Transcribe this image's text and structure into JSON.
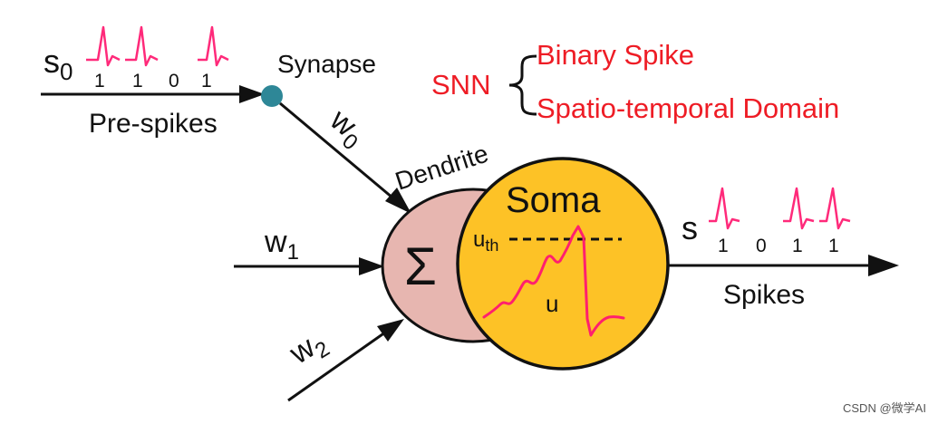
{
  "colors": {
    "accent_red": "#ee1c25",
    "spike_pink": "#ff2a7a",
    "soma_fill": "#fdc226",
    "dendrite_fill": "#e7b6b0",
    "synapse_fill": "#2e8797",
    "line": "#111111"
  },
  "input": {
    "signal_main": "s",
    "signal_sub": "0",
    "bits": [
      "1",
      "1",
      "0",
      "1"
    ],
    "arrow_label": "Pre-spikes"
  },
  "synapse": {
    "label": "Synapse"
  },
  "weights": [
    {
      "main": "w",
      "sub": "0"
    },
    {
      "main": "w",
      "sub": "1"
    },
    {
      "main": "w",
      "sub": "2"
    }
  ],
  "dendrite": {
    "label": "Dendrite",
    "symbol": "Σ"
  },
  "soma": {
    "label": "Soma",
    "threshold_main": "u",
    "threshold_sub": "th",
    "potential_label": "u"
  },
  "output": {
    "signal": "s",
    "bits": [
      "1",
      "0",
      "1",
      "1"
    ],
    "arrow_label": "Spikes"
  },
  "snn": {
    "label": "SNN",
    "features": [
      "Binary Spike",
      "Spatio-temporal Domain"
    ]
  },
  "watermark": "CSDN @微学AI"
}
